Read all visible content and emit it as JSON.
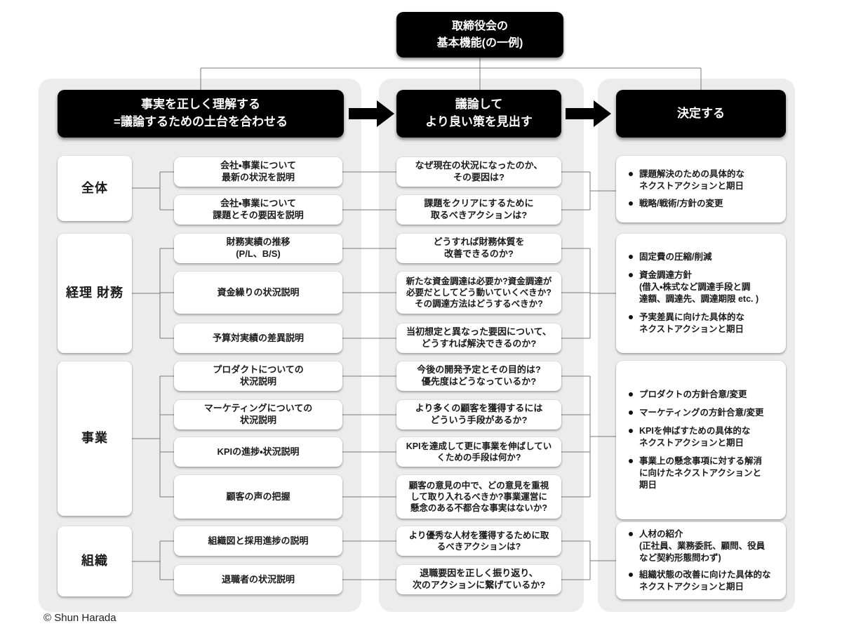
{
  "title": "取締役会の\n基本機能(の一例)",
  "headers": {
    "understand": "事実を正しく理解する\n=議論するための土台を合わせる",
    "discuss": "議論して\nより良い策を見出す",
    "decide": "決定する"
  },
  "rows": [
    {
      "label": "全体",
      "facts": [
        "会社・事業について\n最新の状況を説明",
        "会社・事業について\n課題とその要因を説明"
      ],
      "questions": [
        "なぜ現在の状況になったのか、\nその要因は?",
        "課題をクリアにするために\n取るべきアクションは?"
      ],
      "decisions": [
        "課題解決のための具体的な\nネクストアクションと期日",
        "戦略/戦術/方針の変更"
      ]
    },
    {
      "label": "経理 財務",
      "facts": [
        "財務実績の推移\n(P/L、B/S)",
        "資金繰りの状況説明",
        "予算対実績の差異説明"
      ],
      "questions": [
        "どうすれば財務体質を\n改善できるのか?",
        "新たな資金調達は必要か?資金調達が\n必要だとしてどう動いていくべきか?\nその調達方法はどうするべきか?",
        "当初想定と異なった要因について、\nどうすれば解決できるのか?"
      ],
      "decisions": [
        "固定費の圧縮/削減",
        "資金調達方針\n(借入・株式など調達手段と調\n達額、調達先、調達期限 etc. )",
        "予実差異に向けた具体的な\nネクストアクションと期日"
      ]
    },
    {
      "label": "事業",
      "facts": [
        "プロダクトについての\n状況説明",
        "マーケティングについての\n状況説明",
        "KPIの進捗・状況説明",
        "顧客の声の把握"
      ],
      "questions": [
        "今後の開発予定とその目的は?\n優先度はどうなっているか?",
        "より多くの顧客を獲得するには\nどういう手段があるか?",
        "KPIを達成して更に事業を伸ばしてい\nくための手段は何か?",
        "顧客の意見の中で、どの意見を重視\nして取り入れるべきか?事業運営に\n懸念のある不都合な事実はないか?"
      ],
      "decisions": [
        "プロダクトの方針合意/変更",
        "マーケティングの方針合意/変更",
        "KPIを伸ばすための具体的な\nネクストアクションと期日",
        "事業上の懸念事項に対する解消\nに向けたネクストアクションと\n期日"
      ]
    },
    {
      "label": "組織",
      "facts": [
        "組織図と採用進捗の説明",
        "退職者の状況説明"
      ],
      "questions": [
        "より優秀な人材を獲得するために取\nるべきアクションは?",
        "退職要因を正しく振り返り、\n次のアクションに繋げているか?"
      ],
      "decisions": [
        "人材の紹介\n(正社員、業務委託、顧問、役員\nなど契約形態問わず)",
        "組織状態の改善に向けた具体的な\nネクストアクションと期日"
      ]
    }
  ],
  "copyright": "© Shun Harada"
}
